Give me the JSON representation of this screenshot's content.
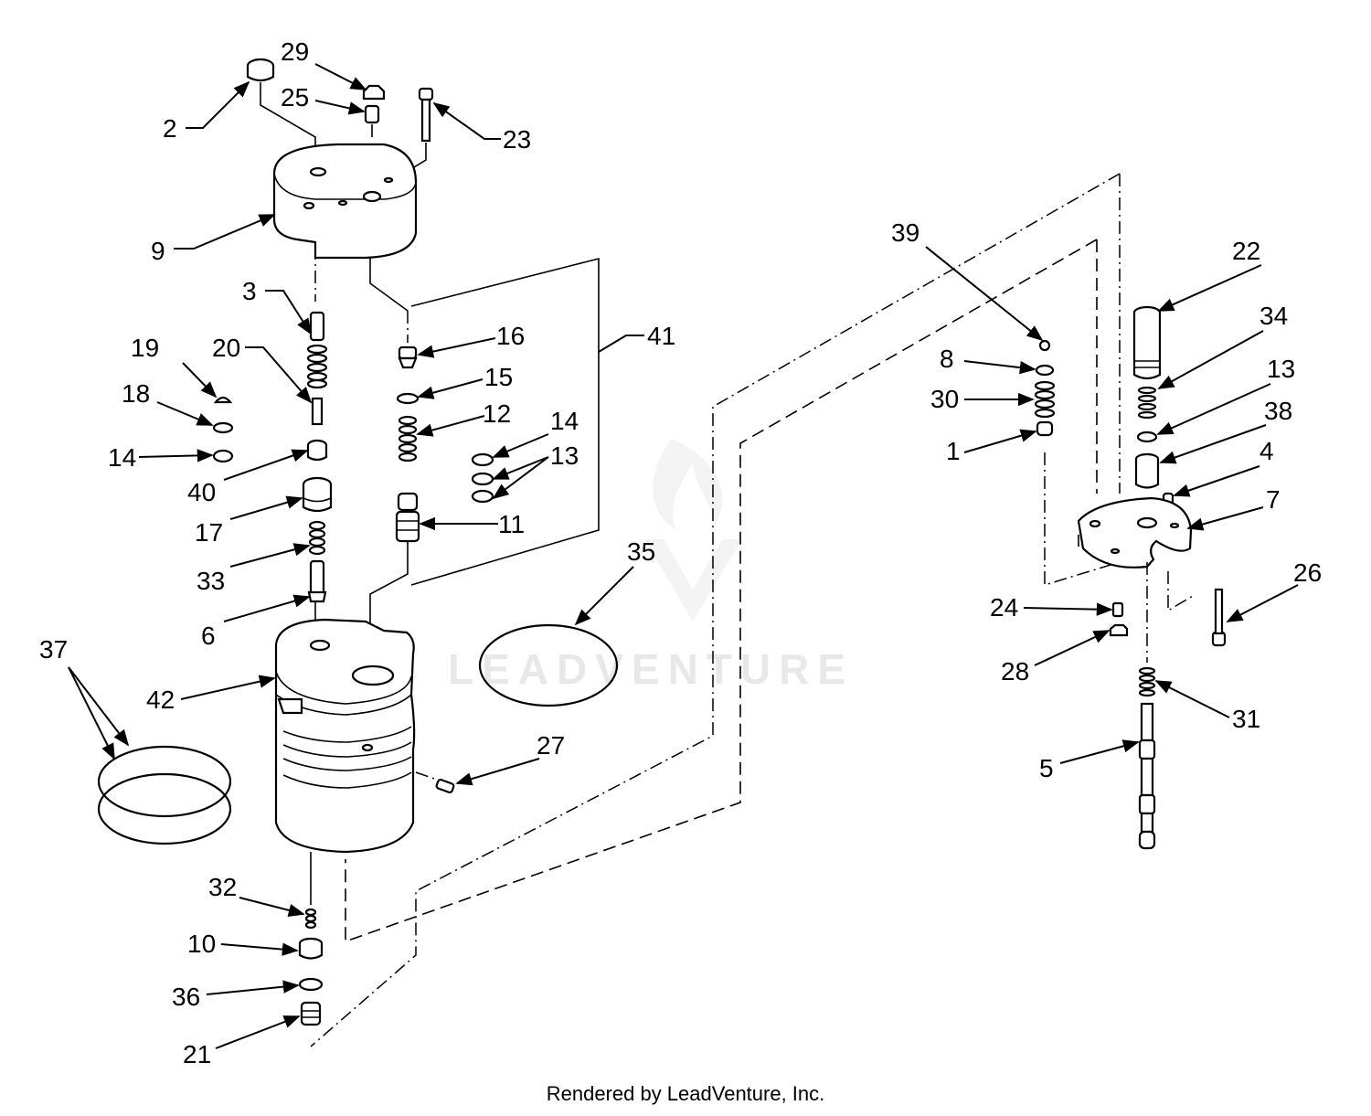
{
  "footer": "Rendered by LeadVenture, Inc.",
  "watermark": "LEADVENTURE",
  "callouts": [
    "2",
    "29",
    "25",
    "23",
    "9",
    "3",
    "19",
    "20",
    "18",
    "14",
    "40",
    "17",
    "33",
    "6",
    "16",
    "15",
    "12",
    "14",
    "13",
    "11",
    "41",
    "39",
    "22",
    "34",
    "8",
    "30",
    "1",
    "13",
    "38",
    "4",
    "7",
    "24",
    "26",
    "28",
    "31",
    "5",
    "35",
    "37",
    "42",
    "27",
    "32",
    "10",
    "36",
    "21"
  ]
}
